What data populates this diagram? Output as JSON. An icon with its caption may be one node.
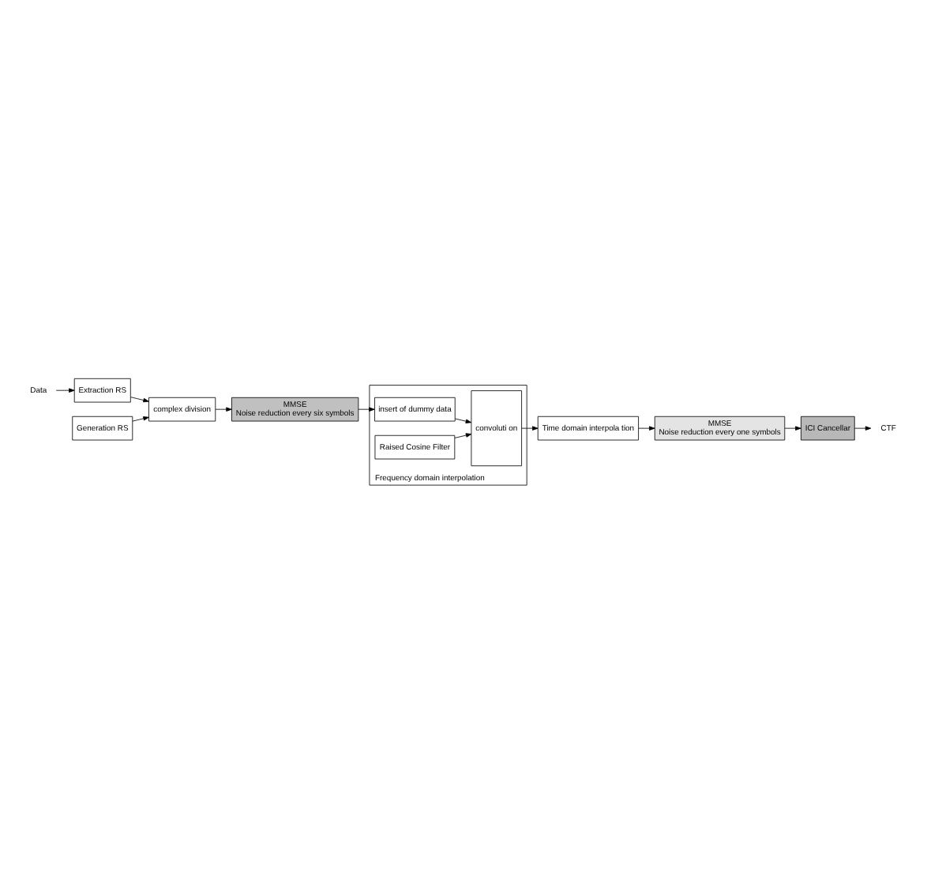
{
  "diagram": {
    "nodes": [
      {
        "text": [
          "Data"
        ]
      },
      {
        "text": [
          "Extraction RS"
        ]
      },
      {
        "text": [
          "complex division"
        ]
      },
      {
        "text": [
          "Generation RS"
        ]
      },
      {
        "text": [
          "MMSE",
          "Noise reduction every six symbols"
        ]
      },
      {
        "text": [
          "Frequency domain interpolation"
        ]
      },
      {
        "text": [
          "insert of dummy data"
        ],
        "in": 5
      },
      {
        "text": [
          "Raised Cosine Filter"
        ],
        "in": 5
      },
      {
        "text": [
          "convoluti on"
        ],
        "in": 5
      },
      {
        "text": [
          "Time domain interpola tion"
        ]
      },
      {
        "text": [
          "MMSE",
          "Noise reduction every one symbols"
        ]
      },
      {
        "text": [
          "ICI Cancellar"
        ]
      },
      {
        "text": [
          "CTF"
        ]
      }
    ],
    "edges": [
      {
        "from": 0,
        "to": 1,
        "arrow": "to"
      },
      {
        "from": 1,
        "to": 2,
        "arrow": "to"
      },
      {
        "from": 3,
        "to": 2,
        "arrow": "to"
      },
      {
        "from": 2,
        "to": 4,
        "arrow": "to"
      },
      {
        "from": 4,
        "to": 6,
        "arrow": "to"
      },
      {
        "from": 6,
        "to": 8,
        "arrow": "to"
      },
      {
        "from": 7,
        "to": 8,
        "arrow": "to"
      },
      {
        "from": 8,
        "to": 9,
        "arrow": "to"
      },
      {
        "from": 9,
        "to": 10,
        "arrow": "to"
      },
      {
        "from": 10,
        "to": 11,
        "arrow": "to"
      },
      {
        "from": 11,
        "to": 12,
        "arrow": "to"
      }
    ]
  }
}
